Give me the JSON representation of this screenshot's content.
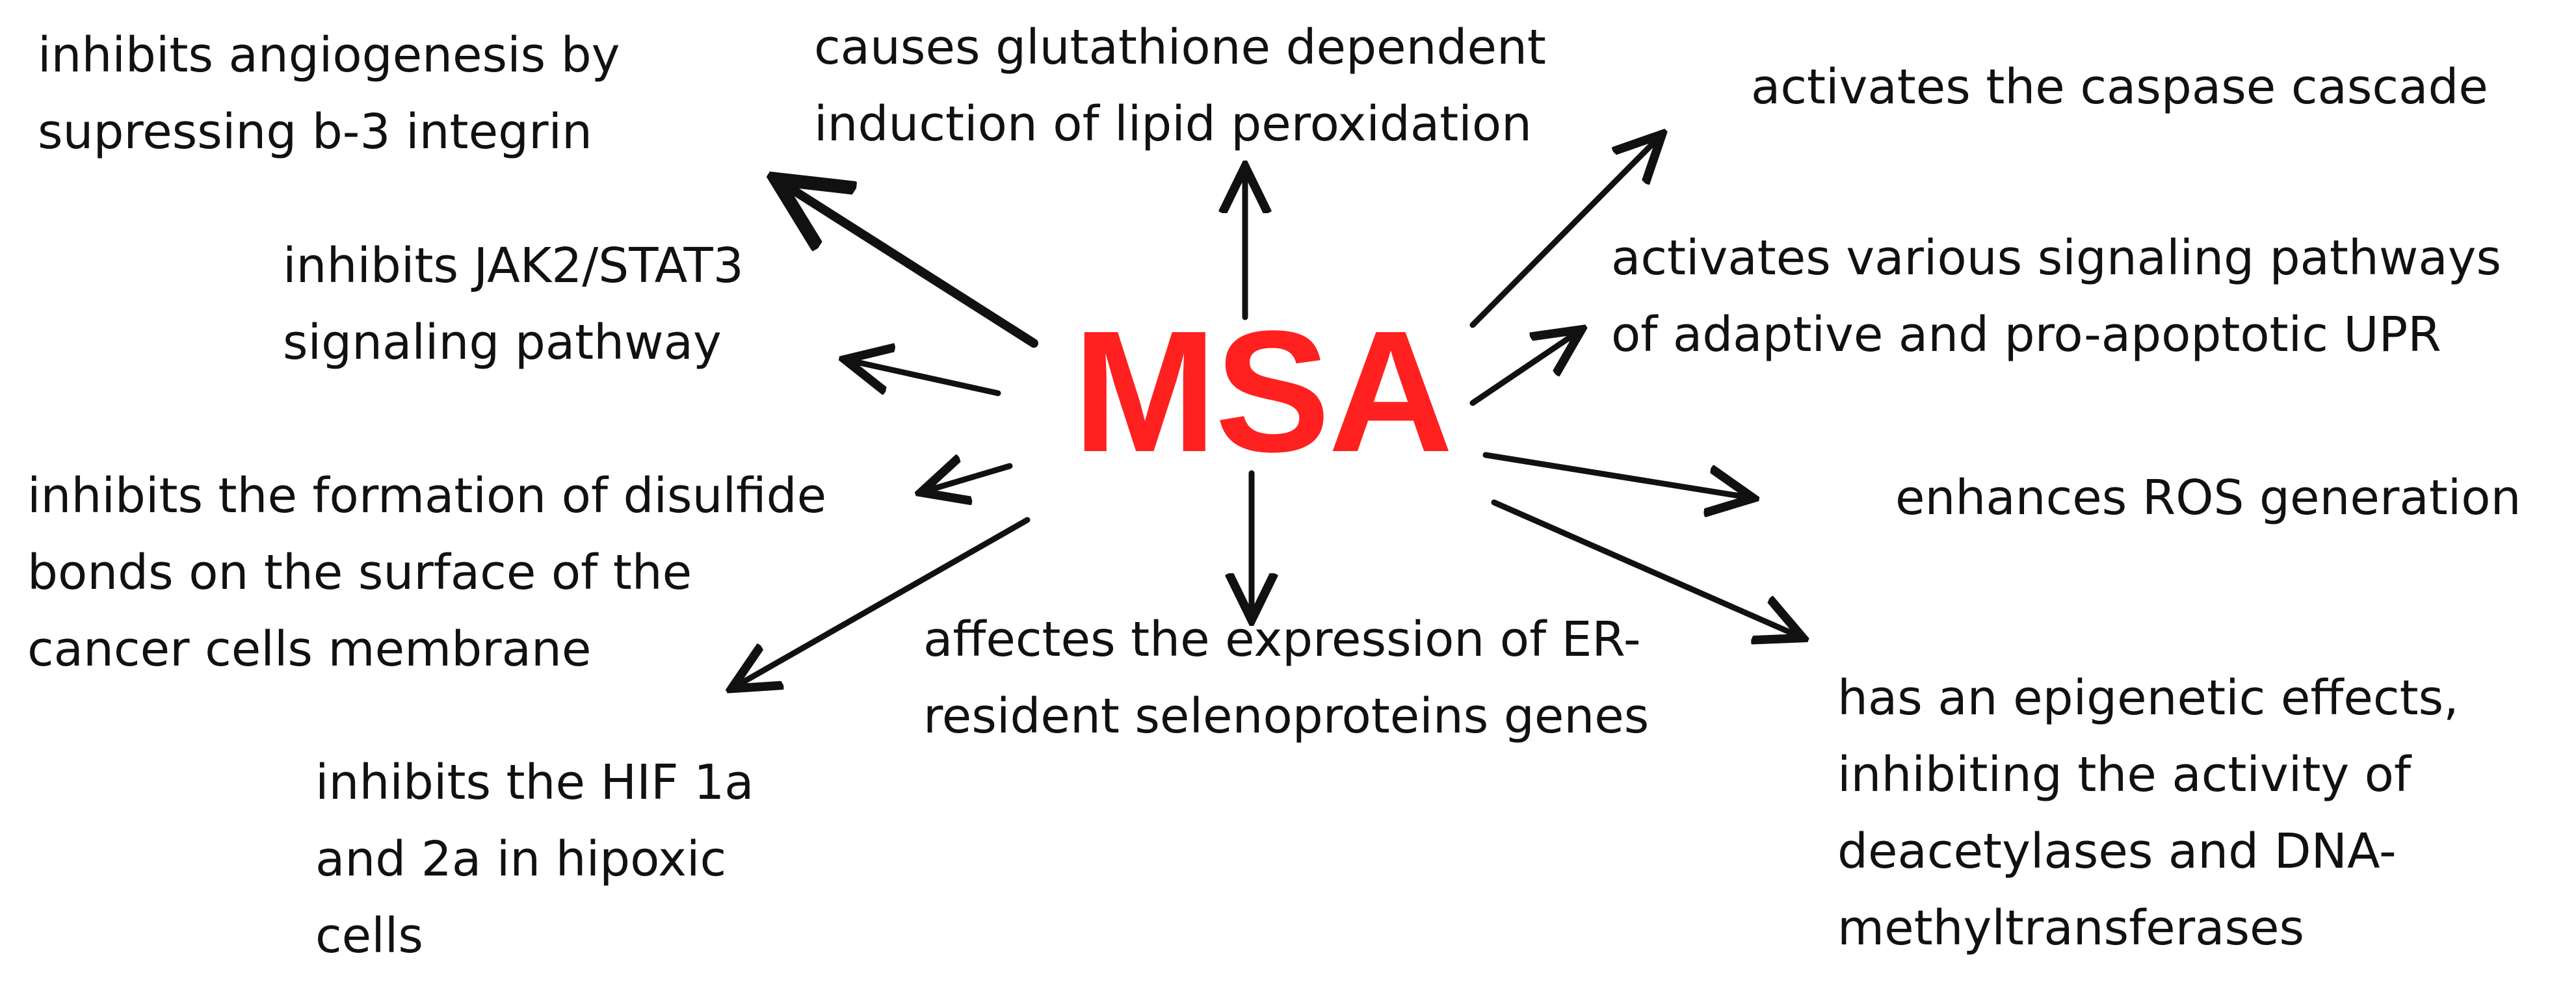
{
  "center": {
    "label": "MSA",
    "color": "#ff2020"
  },
  "effects": [
    {
      "id": "angiogenesis",
      "lines": [
        "inhibits angiogenesis by",
        "supressing b-3 integrin"
      ]
    },
    {
      "id": "glutathione",
      "lines": [
        "causes glutathione dependent",
        "induction of lipid peroxidation"
      ]
    },
    {
      "id": "caspase",
      "lines": [
        "activates the caspase cascade"
      ]
    },
    {
      "id": "jak2",
      "lines": [
        "inhibits JAK2/STAT3",
        "signaling pathway"
      ]
    },
    {
      "id": "upr",
      "lines": [
        "activates various signaling pathways",
        "of adaptive and pro-apoptotic UPR"
      ]
    },
    {
      "id": "disulfide",
      "lines": [
        "inhibits the formation of disulfide",
        "bonds on the surface of the",
        "cancer cells membrane"
      ]
    },
    {
      "id": "ros",
      "lines": [
        "enhances ROS generation"
      ]
    },
    {
      "id": "selenoproteins",
      "lines": [
        "affectes the expression of ER-",
        "resident selenoproteins genes"
      ]
    },
    {
      "id": "epigenetic",
      "lines": [
        "has an epigenetic effects,",
        "inhibiting the activity of",
        "deacetylases and DNA-",
        "methyltransferases"
      ]
    },
    {
      "id": "hif",
      "lines": [
        "inhibits the HIF 1a",
        "and 2a in hipoxic",
        "cells"
      ]
    }
  ]
}
